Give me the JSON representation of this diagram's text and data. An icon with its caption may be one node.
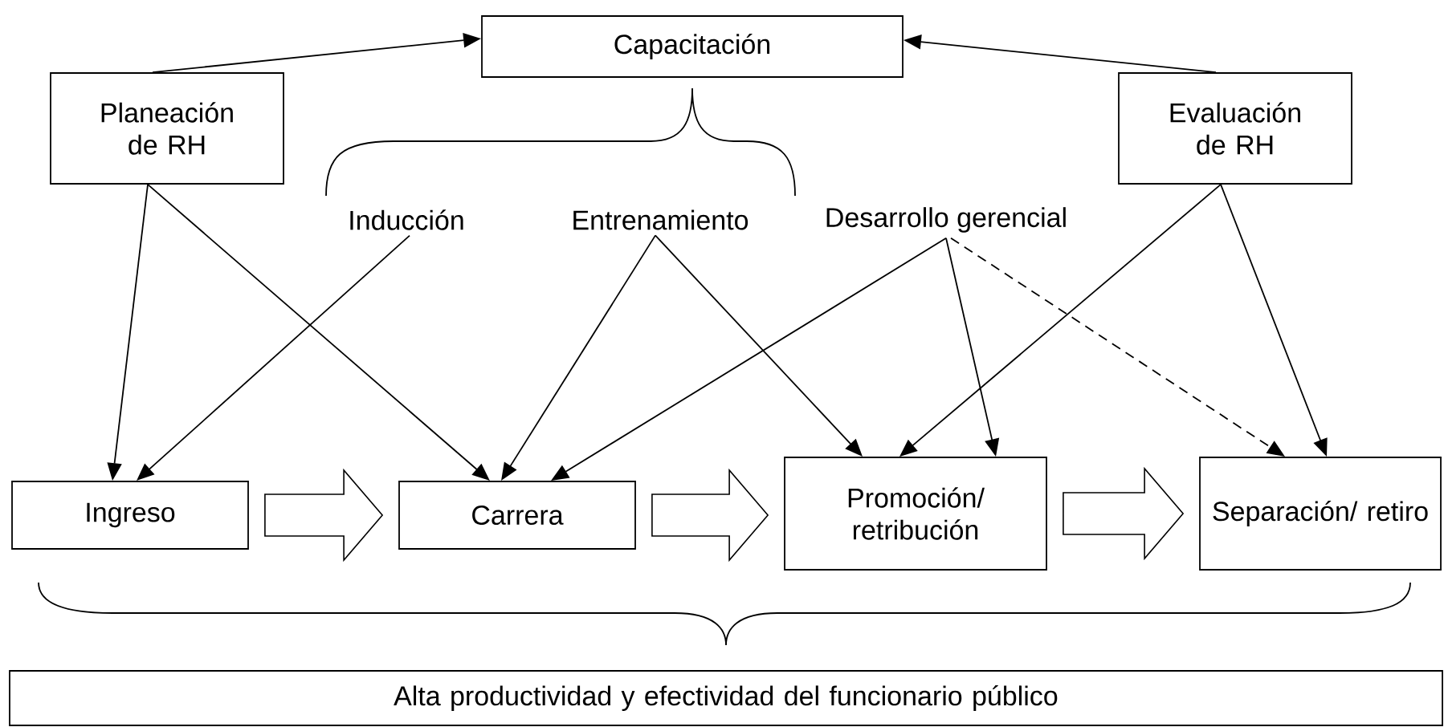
{
  "diagram": {
    "nodes": [
      {
        "text": [
          "Capacitación"
        ]
      },
      {
        "text": [
          "Planeación de RH"
        ]
      },
      {
        "text": [
          "Evaluación de RH"
        ]
      },
      {
        "text": [
          "Inducción"
        ]
      },
      {
        "text": [
          "Entrenamiento"
        ]
      },
      {
        "text": [
          "Desarrollo gerencial"
        ]
      },
      {
        "text": [
          "Ingreso"
        ]
      },
      {
        "text": [
          "Carrera"
        ]
      },
      {
        "text": [
          "Promoción/ retribución"
        ]
      },
      {
        "text": [
          "Separación/ retiro"
        ]
      },
      {
        "text": [
          "Alta productividad y efectividad del funcionario público"
        ]
      }
    ],
    "edges": [
      {
        "from": 1,
        "to": 0,
        "arrow": "to"
      },
      {
        "from": 2,
        "to": 0,
        "arrow": "to"
      },
      {
        "from": 1,
        "to": 6,
        "arrow": "to"
      },
      {
        "from": 1,
        "to": 7,
        "arrow": "to"
      },
      {
        "from": 3,
        "to": 6,
        "arrow": "to"
      },
      {
        "from": 4,
        "to": 7,
        "arrow": "to"
      },
      {
        "from": 4,
        "to": 8,
        "arrow": "to"
      },
      {
        "from": 5,
        "to": 7,
        "arrow": "to"
      },
      {
        "from": 5,
        "to": 8,
        "arrow": "to"
      },
      {
        "from": 5,
        "to": 9,
        "arrow": "to",
        "style": "dashed"
      },
      {
        "from": 2,
        "to": 8,
        "arrow": "to"
      },
      {
        "from": 2,
        "to": 9,
        "arrow": "to"
      },
      {
        "from": 6,
        "to": 7,
        "arrow": "to",
        "style": "thick"
      },
      {
        "from": 7,
        "to": 8,
        "arrow": "to",
        "style": "thick"
      },
      {
        "from": 8,
        "to": 9,
        "arrow": "to",
        "style": "thick"
      }
    ]
  }
}
